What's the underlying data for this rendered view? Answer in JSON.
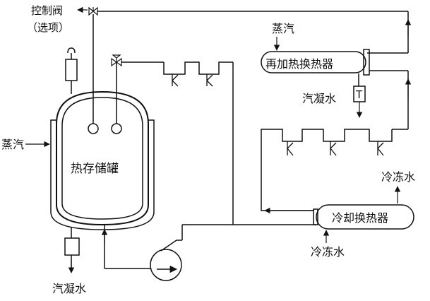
{
  "labels": {
    "control_valve": "控制阀",
    "optional": "（选项）",
    "steam_left": "蒸汽",
    "steam_top": "蒸汽",
    "tank": "热存储罐",
    "condensate_bottom": "汽凝水",
    "condensate_right": "汽凝水",
    "reheat_exchanger": "再加热换热器",
    "trap_t": "T",
    "cooling_exchanger": "冷却换热器",
    "chilled_water_in": "冷冻水",
    "chilled_water_out": "冷冻水"
  },
  "colors": {
    "line": "#111111",
    "background": "#ffffff"
  }
}
